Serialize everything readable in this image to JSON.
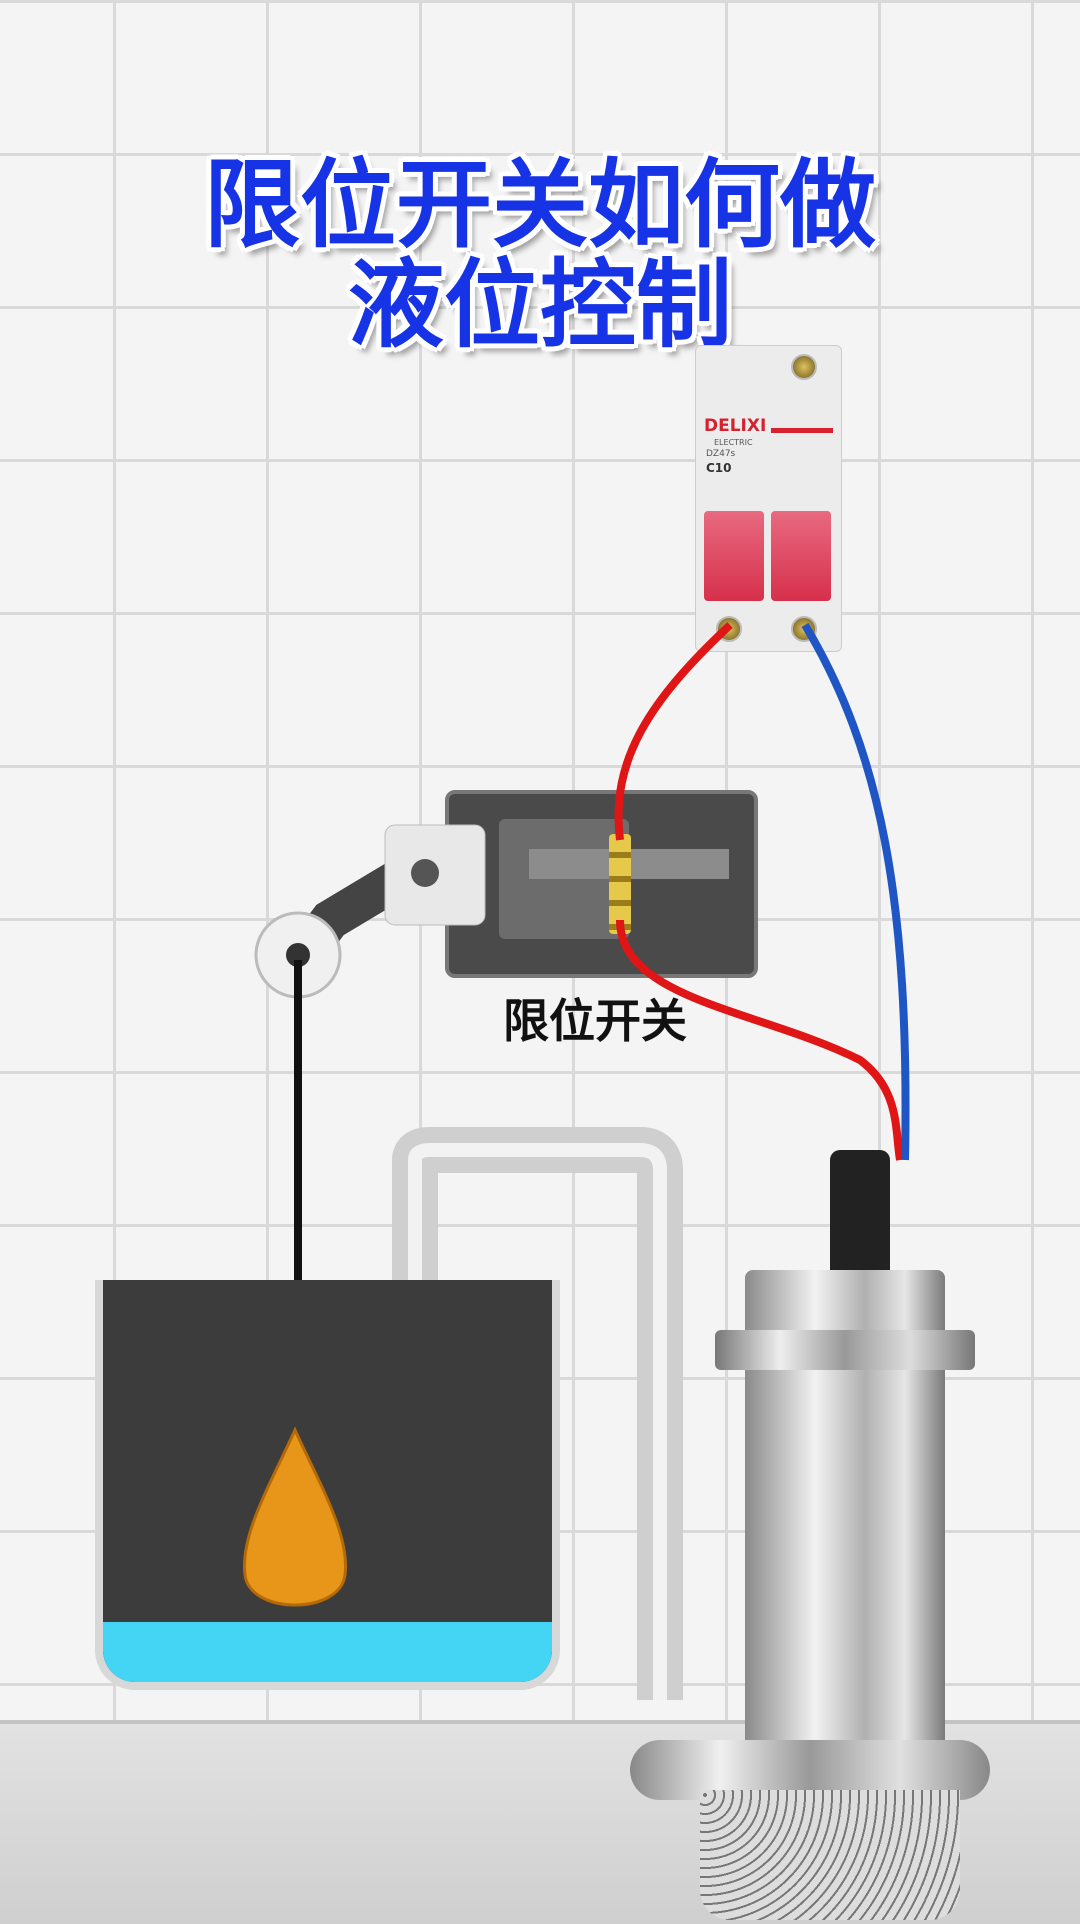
{
  "title": {
    "line1": "限位开关如何做",
    "line2": "液位控制"
  },
  "breaker": {
    "brand": "DELIXI",
    "brand_sub": "ELECTRIC",
    "model": "DZ47s",
    "rating": "C10"
  },
  "switch_label": "限位开关",
  "colors": {
    "title": "#1633e6",
    "live_wire": "#e01515",
    "neutral_wire": "#1f56c4",
    "water": "#43d5f3",
    "float": "#e8961a"
  }
}
